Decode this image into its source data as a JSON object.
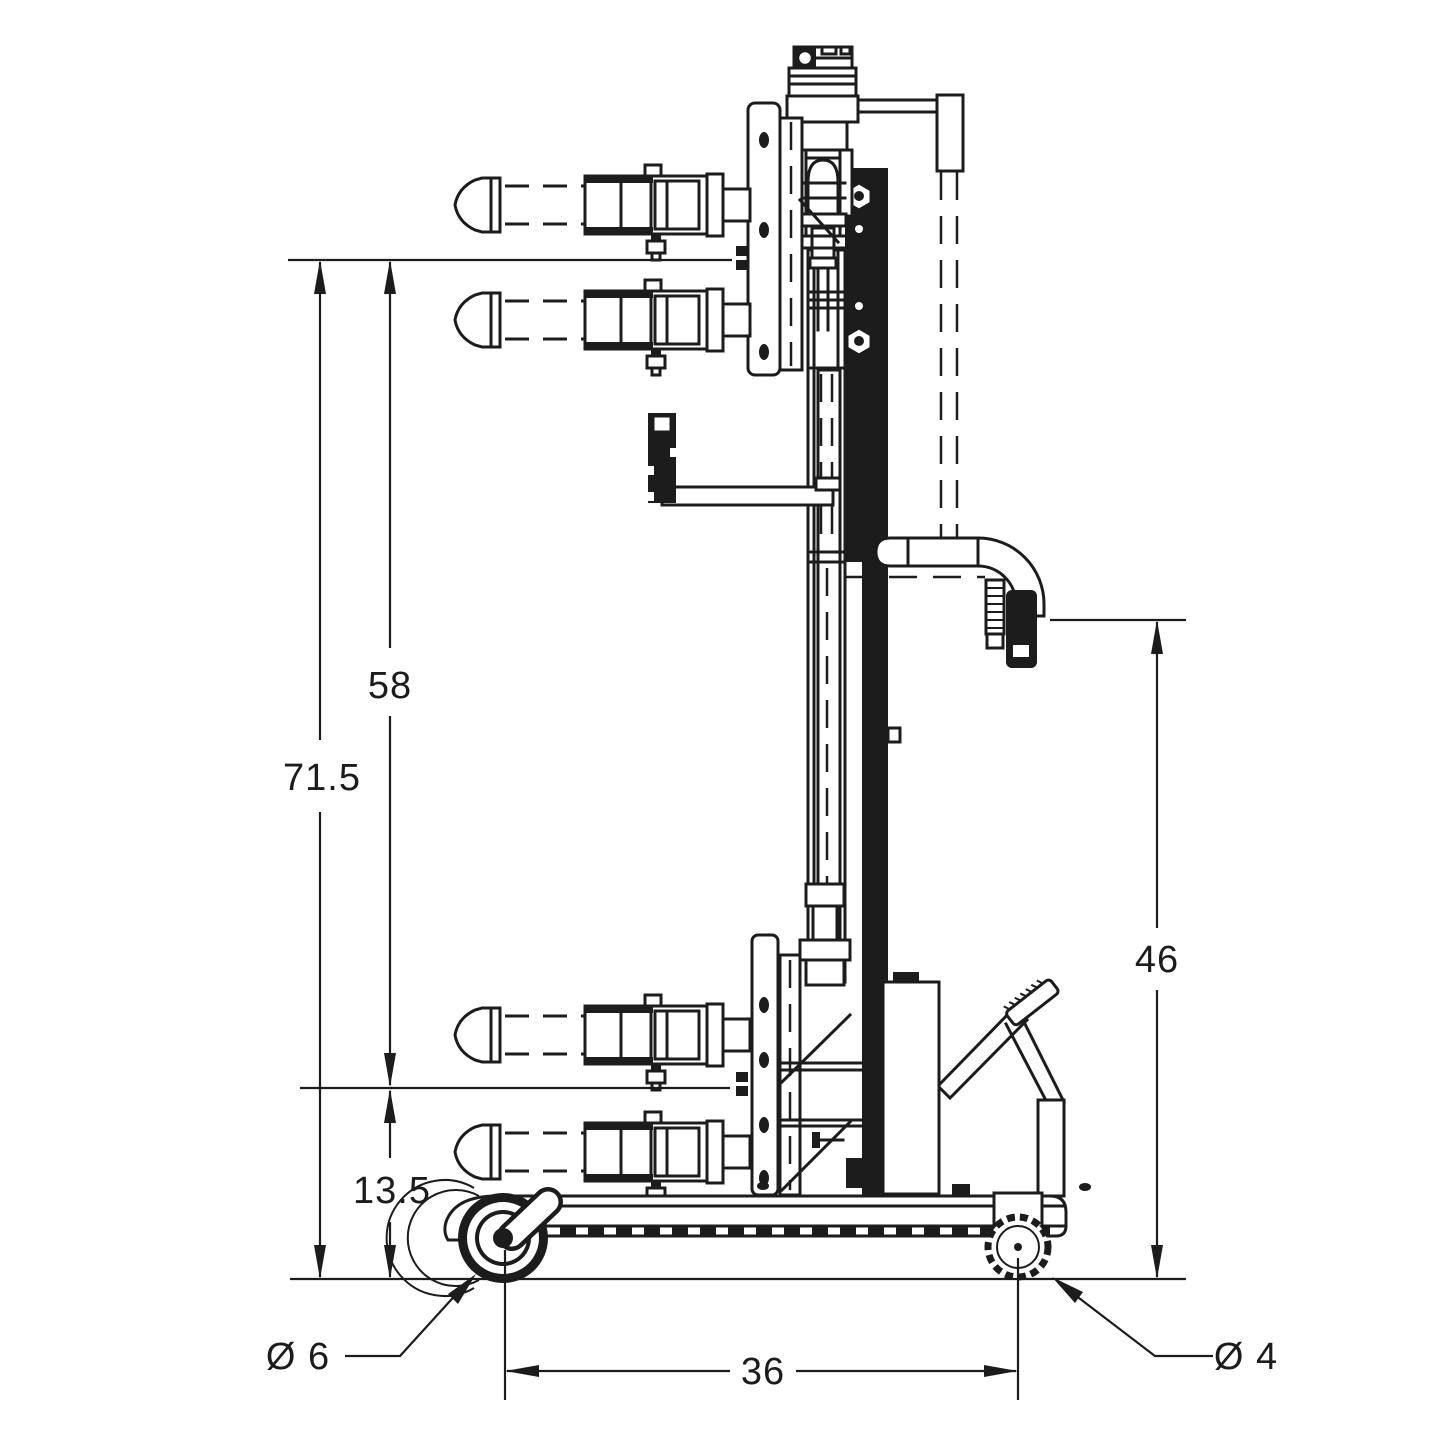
{
  "canvas": {
    "background": "#ffffff",
    "line_color": "#1c1c1c"
  },
  "dims": {
    "overall_height": "71.5",
    "raised_fork_height": "58",
    "lowered_fork_height": "13.5",
    "handle_height": "46",
    "wheel_spacing": "36",
    "front_wheel_dia": "Ø 6",
    "rear_wheel_dia": "Ø 4"
  }
}
